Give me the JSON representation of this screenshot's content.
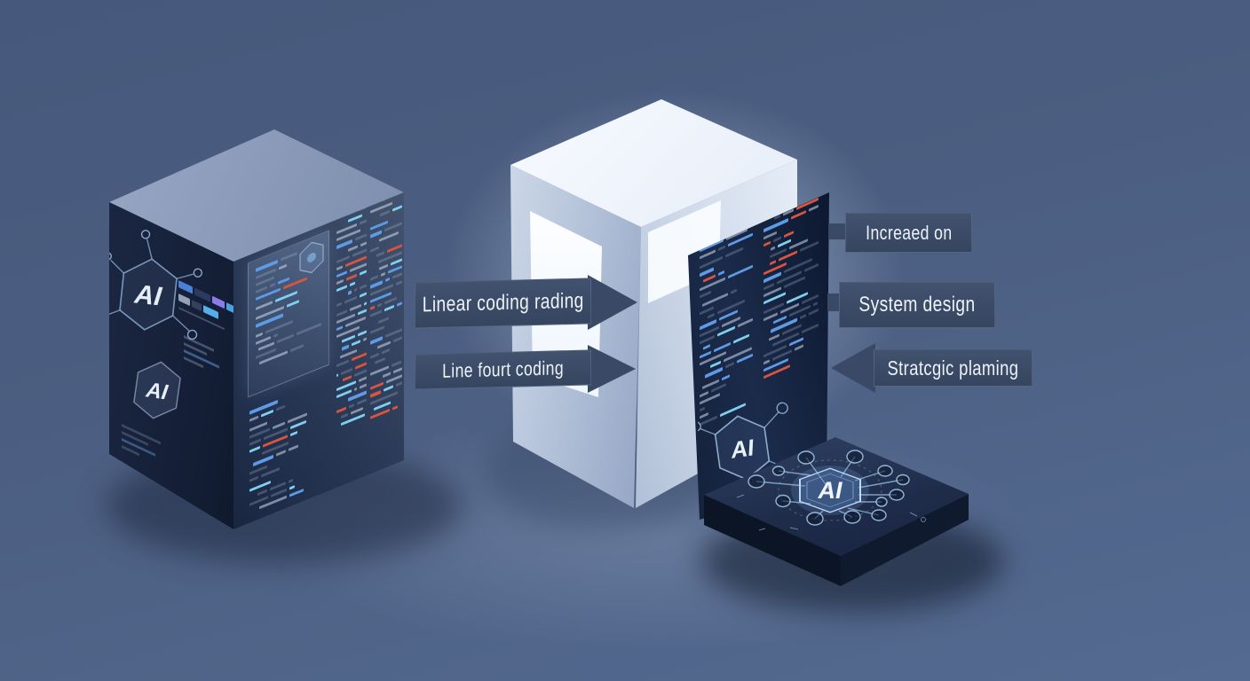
{
  "labels": {
    "left": [
      {
        "text": "Linear coding rading"
      },
      {
        "text": "Line fourt coding"
      }
    ],
    "right": [
      {
        "text": "Increaed on"
      },
      {
        "text": "System design"
      },
      {
        "text": "Stratcgic plaming"
      }
    ],
    "box_color": "#3b4b69",
    "text_color": "#eef2f9"
  },
  "badges": {
    "left_box_top": "AI",
    "left_box_bottom": "AI",
    "right_panel": "AI",
    "platform_hub": "AI"
  },
  "colors": {
    "background_top": "#46587b",
    "background_bottom": "#546a90",
    "dark_box": "#16213a",
    "white_cube": "#f2f6fc",
    "network_stroke": "#a8cdf0",
    "code_blue": "#5e9be6",
    "code_cyan": "#7fd0f0",
    "code_orange": "#e07a50",
    "code_red": "#d95540"
  },
  "decor": {
    "palette": {
      "base": "rgba(205,218,238,0.55)",
      "dim": "rgba(160,178,205,0.30)",
      "blue": "#5e9be6",
      "cyan": "#7fd0f0",
      "orange": "#e07a50",
      "red": "#d95540",
      "slate": "#3a4c6e"
    },
    "code_columns": [
      {
        "id": "lb-window",
        "rows": 13,
        "seed": 11,
        "accent": "orange"
      },
      {
        "id": "lb-under",
        "rows": 14,
        "seed": 21,
        "accent": "cyan"
      },
      {
        "id": "lb-col1",
        "rows": 32,
        "seed": 31,
        "accent": "cyan"
      },
      {
        "id": "lb-col2",
        "rows": 32,
        "seed": 41,
        "accent": "blue"
      },
      {
        "id": "rp-col1",
        "rows": 28,
        "seed": 51,
        "accent": "blue"
      },
      {
        "id": "rp-col2",
        "rows": 28,
        "seed": 61,
        "accent": "red"
      }
    ],
    "left_face_bars": [
      [
        {
          "w": 16,
          "c": "#4a7fd6"
        },
        {
          "w": 18,
          "c": "#2b3a5f"
        },
        {
          "w": 14,
          "c": "#8a7be8"
        },
        {
          "w": 20,
          "c": "#4aa0e0"
        }
      ],
      [
        {
          "w": 13,
          "c": "#93a0b8"
        },
        {
          "w": 11,
          "c": "#33415f"
        },
        {
          "w": 17,
          "c": "#55aee8"
        }
      ],
      [
        {
          "w": 52,
          "c": "rgba(160,180,210,0.35)"
        }
      ]
    ]
  }
}
